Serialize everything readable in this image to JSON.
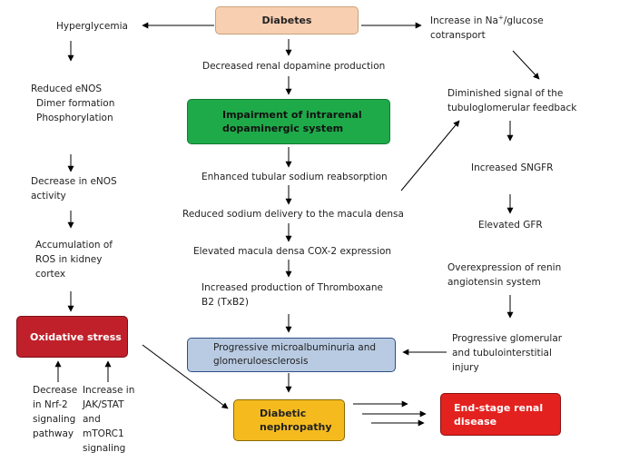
{
  "title": "Diabetes",
  "left": {
    "hyperglycemia": "Hyperglycemia",
    "enos1": "Reduced eNOS",
    "enos2": "Dimer formation",
    "enos3": "Phosphorylation",
    "enos_act1": "Decrease in eNOS",
    "enos_act2": "activity",
    "ros1": "Accumulation of",
    "ros2": "ROS in kidney",
    "ros3": "cortex",
    "oxidative": "Oxidative stress",
    "nrf1": "Decrease",
    "nrf2": "in Nrf-2",
    "nrf3": "signaling",
    "nrf4": "pathway",
    "jak1": "Increase in",
    "jak2": "JAK/STAT",
    "jak3": "and",
    "jak4": "mTORC1",
    "jak5": "signaling"
  },
  "center": {
    "dopamine": "Decreased renal dopamine production",
    "impair1": "Impairment of intrarenal",
    "impair2": "dopaminergic system",
    "sodium": "Enhanced tubular sodium reabsorption",
    "delivery": "Reduced sodium delivery to the macula densa",
    "cox2": "Elevated macula densa COX-2 expression",
    "txb1": "Increased production of Thromboxane",
    "txb2": "B2 (TxB2)",
    "micro1": "Progressive microalbuminuria and",
    "micro2": "glomeruloesclerosis",
    "dn1": "Diabetic",
    "dn2": "nephropathy",
    "esrd1": "End-stage renal",
    "esrd2": "disease"
  },
  "right": {
    "na1_pre": "Increase in Na",
    "na1_sup": "+",
    "na1_post": "/glucose",
    "na2": "cotransport",
    "signal1": "Diminished signal of the",
    "signal2": "tubuloglomerular feedback",
    "sngfr": "Increased SNGFR",
    "gfr": "Elevated GFR",
    "renin1": "Overexpression of renin",
    "renin2": "angiotensin system",
    "prog1": "Progressive glomerular",
    "prog2": "and tubulointerstitial",
    "prog3": "injury"
  },
  "colors": {
    "diabetes": "#f8cfb0",
    "impairment": "#1faa4a",
    "oxidative": "#c0202a",
    "micro": "#b9cbe2",
    "nephropathy": "#f5bb1e",
    "esrd": "#e3221f"
  }
}
